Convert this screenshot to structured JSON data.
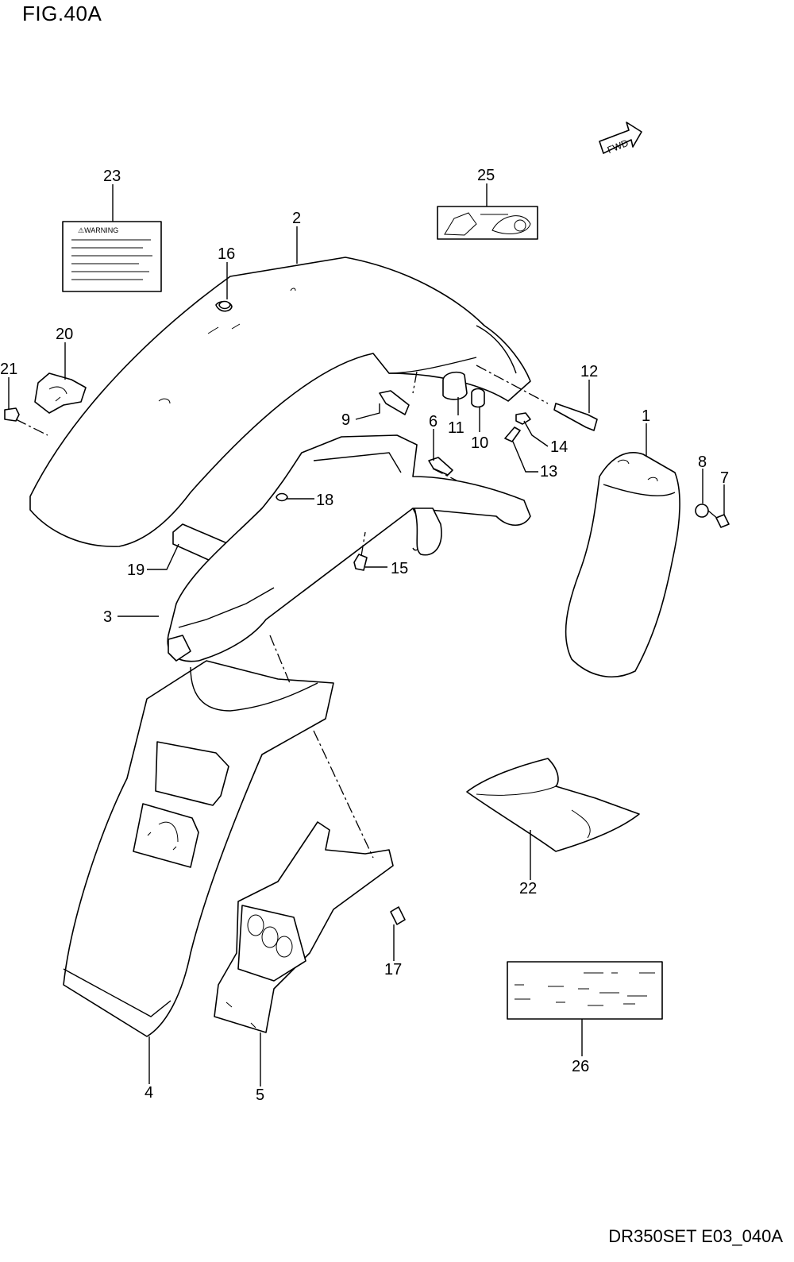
{
  "figure": {
    "title": "FIG.40A",
    "reference_code": "DR350SET E03_040A",
    "fwd_label": "FWD",
    "warning_label_text": "⚠WARNING"
  },
  "callouts": {
    "p1": "1",
    "p2": "2",
    "p3": "3",
    "p4": "4",
    "p5": "5",
    "p6": "6",
    "p7": "7",
    "p8": "8",
    "p9": "9",
    "p10": "10",
    "p11": "11",
    "p12": "12",
    "p13": "13",
    "p14": "14",
    "p15": "15",
    "p16": "16",
    "p17": "17",
    "p18": "18",
    "p19": "19",
    "p20": "20",
    "p21": "21",
    "p22": "22",
    "p23": "23",
    "p25": "25",
    "p26": "26"
  }
}
